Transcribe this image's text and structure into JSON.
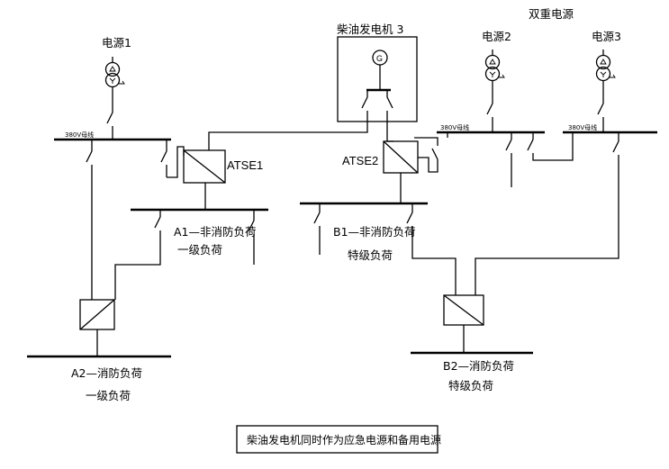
{
  "labels": {
    "dual_source": "双重电源",
    "diesel_generator": "柴油发电机 3",
    "source1": "电源1",
    "source2": "电源2",
    "source3": "电源3",
    "bus1": "380V母线",
    "bus2": "380V母线",
    "bus3": "380V母线",
    "atse1": "ATSE1",
    "atse2": "ATSE2",
    "a1_line1": "A1—非消防负荷",
    "a1_line2": "一级负荷",
    "b1_line1": "B1—非消防负荷",
    "b1_line2": "特级负荷",
    "a2_line1": "A2—消防负荷",
    "a2_line2": "一级负荷",
    "b2_line1": "B2—消防负荷",
    "b2_line2": "特级负荷",
    "generator_symbol": "G",
    "caption": "柴油发电机同时作为应急电源和备用电源"
  }
}
